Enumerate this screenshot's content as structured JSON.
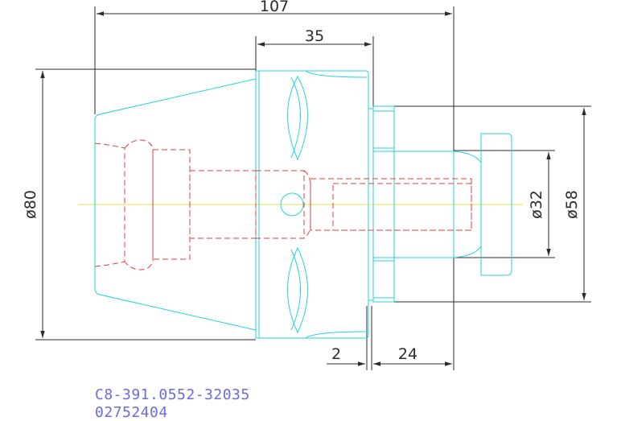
{
  "dimensions": {
    "overall_length": "107",
    "flange_length": "35",
    "body_diameter": "ø80",
    "shank_diameter": "ø58",
    "bore_diameter": "ø32",
    "gap": "2",
    "shank_length": "24"
  },
  "caption": {
    "part_number": "C8-391.0552-32035",
    "item_number": "02752404"
  },
  "colors": {
    "outline": "#22d3e0",
    "hidden": "#e23c3c",
    "centerline": "#e6e64a",
    "dimension": "#2b2b2b",
    "caption": "#6b6bdc"
  }
}
